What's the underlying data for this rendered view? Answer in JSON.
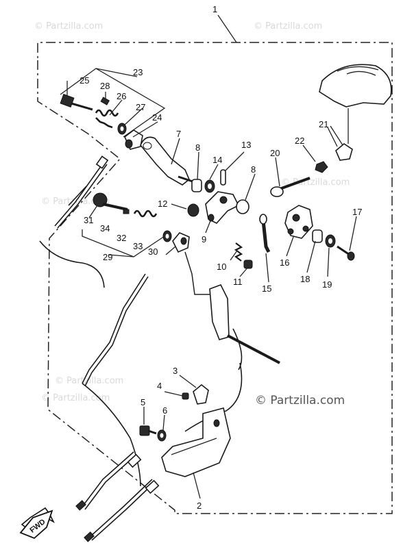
{
  "watermark": "© Partzilla.com",
  "fwd_label": "FWD",
  "callouts": {
    "c1": "1",
    "c2": "2",
    "c3": "3",
    "c4": "4",
    "c5": "5",
    "c6": "6",
    "c7": "7",
    "c8a": "8",
    "c8b": "8",
    "c9": "9",
    "c10": "10",
    "c11": "11",
    "c12": "12",
    "c13": "13",
    "c14": "14",
    "c15": "15",
    "c16": "16",
    "c17": "17",
    "c18": "18",
    "c19": "19",
    "c20": "20",
    "c21": "21",
    "c22": "22",
    "c23": "23",
    "c24": "24",
    "c25": "25",
    "c26": "26",
    "c27": "27",
    "c28": "28",
    "c29": "29",
    "c30": "30",
    "c31": "31",
    "c32": "32",
    "c33": "33",
    "c34": "34"
  }
}
